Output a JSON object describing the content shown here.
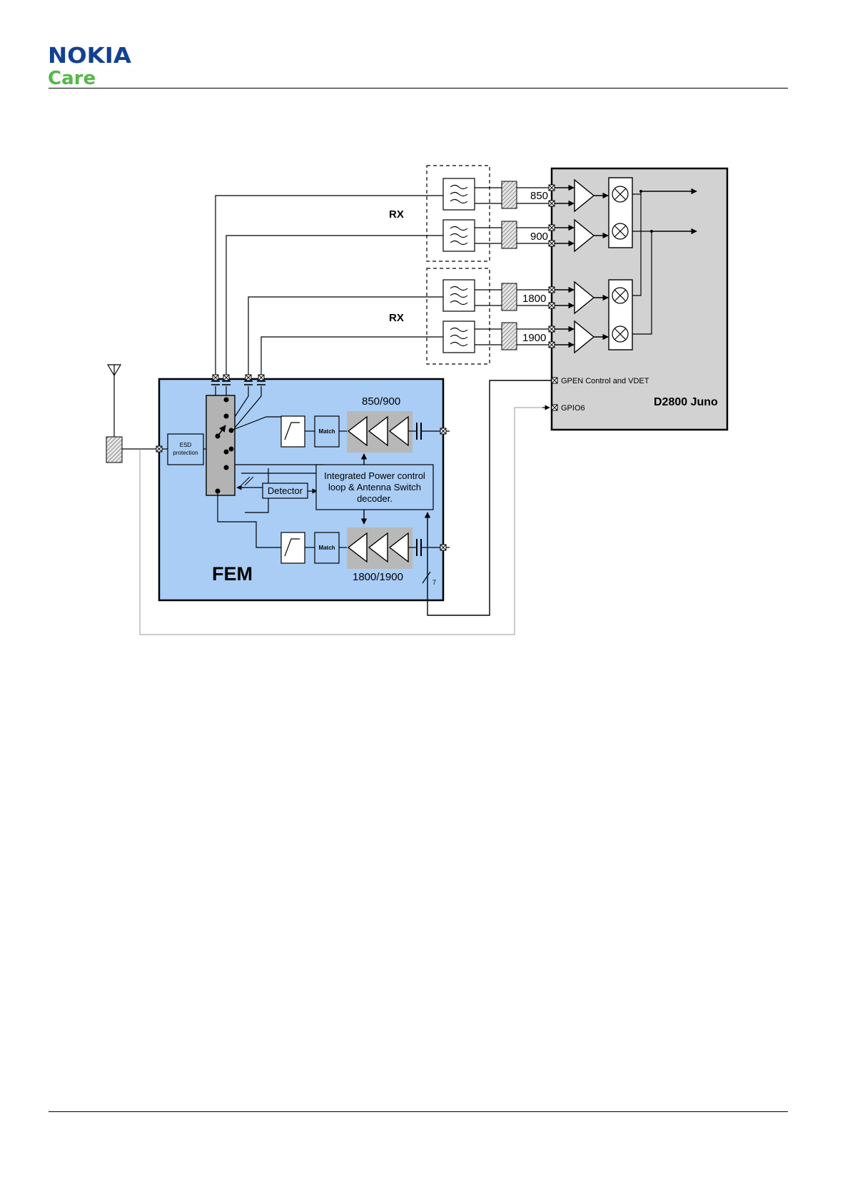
{
  "header": {
    "brand": "NOKIA",
    "brand_sub": "Care",
    "brand_color": "#124191",
    "brand_sub_color": "#54b948"
  },
  "diagram": {
    "rx_label_top": "RX",
    "rx_label_bottom": "RX",
    "band_850": "850",
    "band_900": "900",
    "band_1800": "1800",
    "band_1900": "1900",
    "gpen_label": "GPEN Control and VDET",
    "gpio_label": "GPIO6",
    "chip_label": "D2800 Juno",
    "esd_line1": "ESD",
    "esd_line2": "protection",
    "match_label": "Match",
    "detector_label": "Detector",
    "control_line1": "Integrated Power control",
    "control_line2": "loop & Antenna Switch",
    "control_line3": "decoder.",
    "pa_low_label": "850/900",
    "pa_high_label": "1800/1900",
    "fem_label": "FEM",
    "bus_width": "7",
    "fem_color": "#a9cdf5",
    "chip_color": "#d2d2d2"
  }
}
